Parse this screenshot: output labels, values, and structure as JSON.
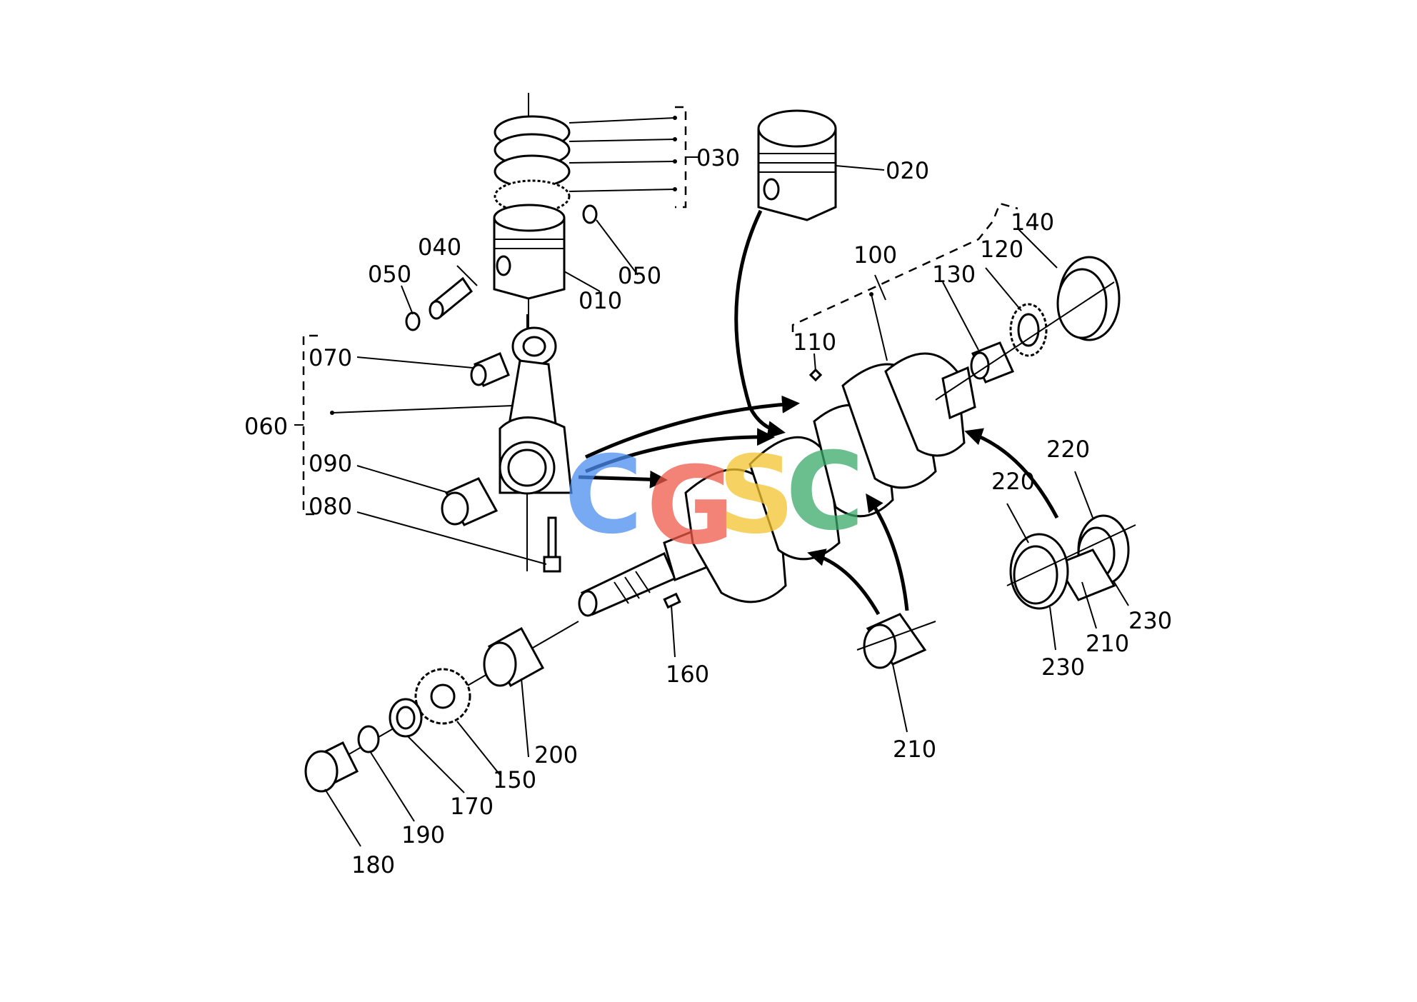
{
  "callouts": {
    "c010": "010",
    "c020": "020",
    "c030": "030",
    "c040": "040",
    "c050a": "050",
    "c050b": "050",
    "c060": "060",
    "c070": "070",
    "c080": "080",
    "c090": "090",
    "c100": "100",
    "c110": "110",
    "c120": "120",
    "c130": "130",
    "c140": "140",
    "c150": "150",
    "c160": "160",
    "c170": "170",
    "c180": "180",
    "c190": "190",
    "c200": "200",
    "c210a": "210",
    "c210b": "210",
    "c220a": "220",
    "c220b": "220",
    "c230a": "230",
    "c230b": "230"
  },
  "watermark": {
    "letters": [
      "C",
      "G",
      "S",
      "C"
    ],
    "colors": [
      "#4a8ef0",
      "#ef5a4a",
      "#f4c430",
      "#3aaa6a"
    ]
  }
}
